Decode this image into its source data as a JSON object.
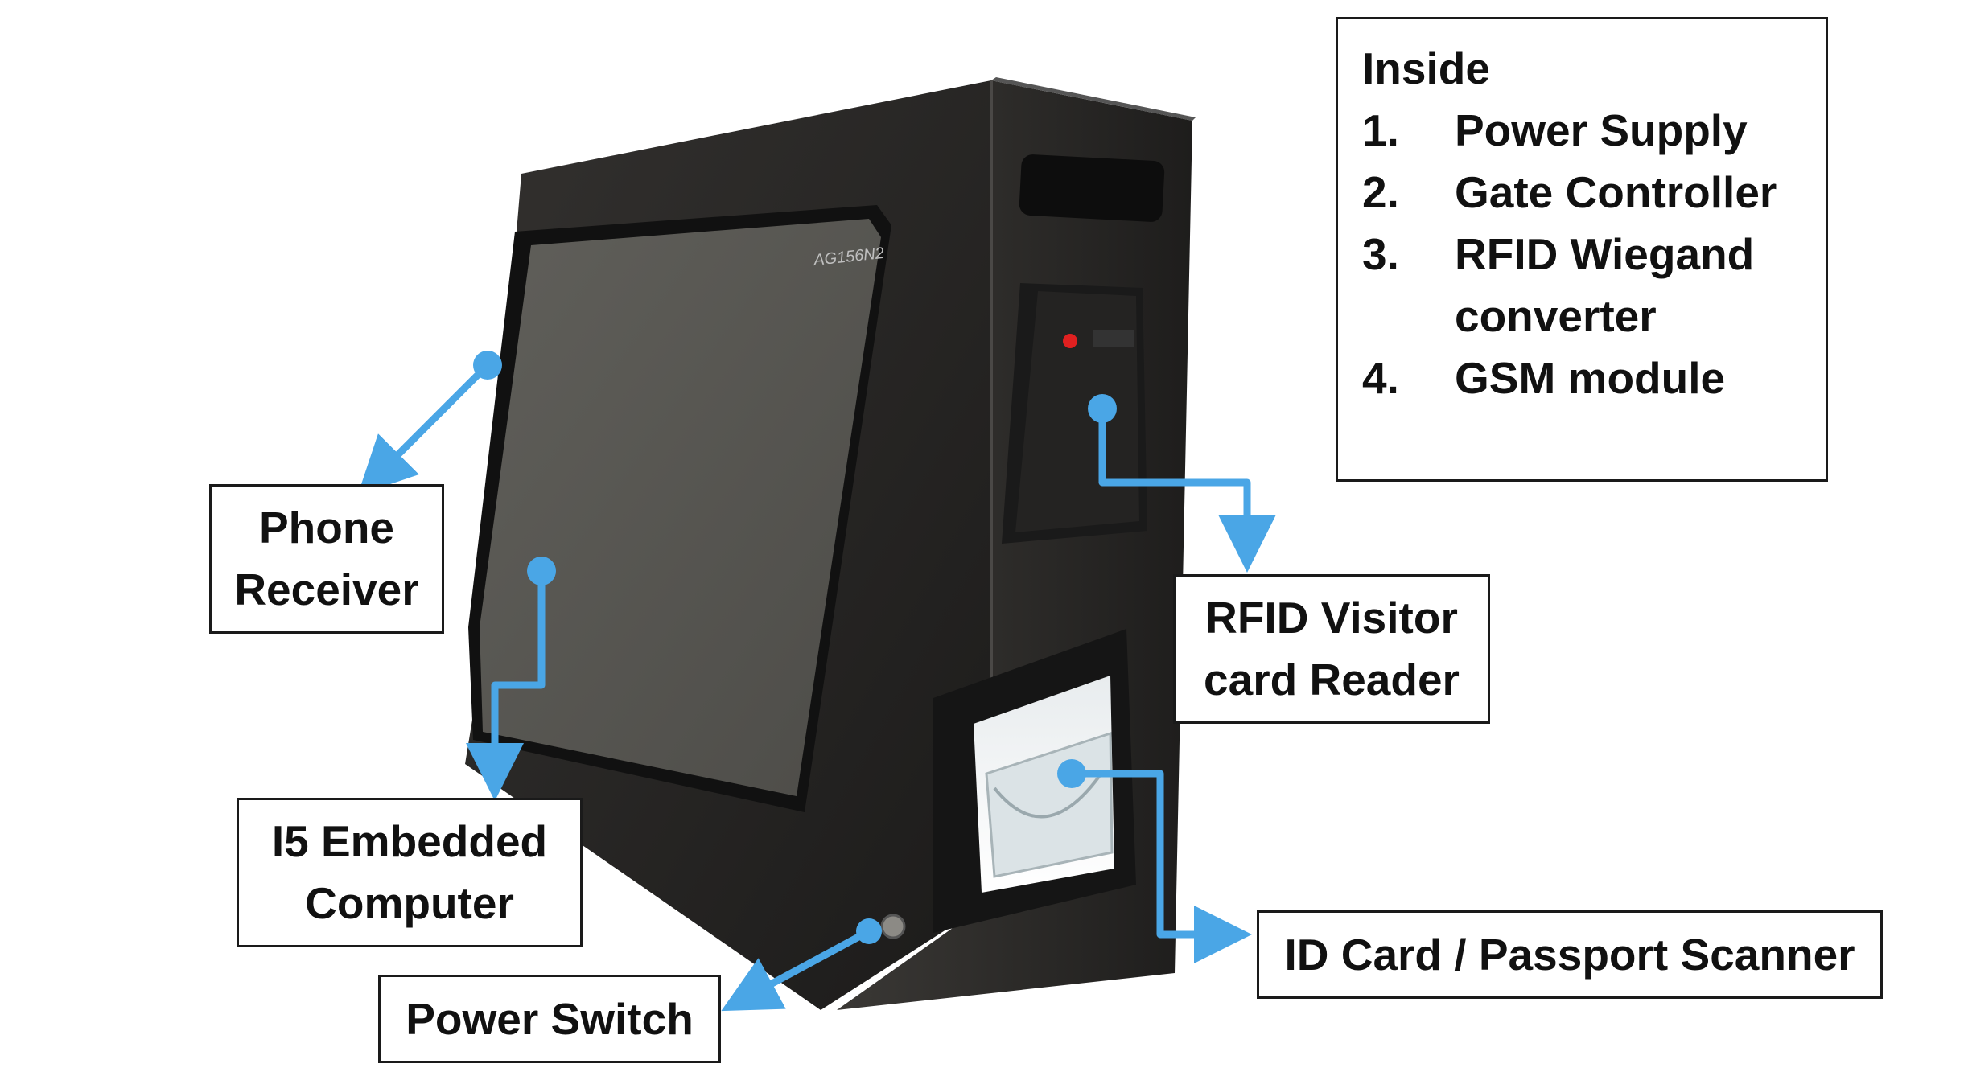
{
  "inside": {
    "title": "Inside",
    "items": [
      {
        "num": "1.",
        "lines": [
          "Power Supply"
        ]
      },
      {
        "num": "2.",
        "lines": [
          "Gate Controller"
        ]
      },
      {
        "num": "3.",
        "lines": [
          "RFID Wiegand",
          "converter"
        ]
      },
      {
        "num": "4.",
        "lines": [
          "GSM module"
        ]
      }
    ]
  },
  "labels": {
    "phone_receiver": [
      "Phone",
      "Receiver"
    ],
    "rfid_reader": [
      "RFID Visitor",
      "card Reader"
    ],
    "embedded_computer": [
      "I5 Embedded",
      "Computer"
    ],
    "power_switch": [
      "Power Switch"
    ],
    "id_scanner": [
      "ID Card / Passport Scanner"
    ]
  },
  "device": {
    "model_text": "AG156N2"
  },
  "colors": {
    "arrow": "#4aa6e6",
    "box_border": "#1a1a1a",
    "cabinet": "#2a2826",
    "screen": "#5a5954"
  }
}
